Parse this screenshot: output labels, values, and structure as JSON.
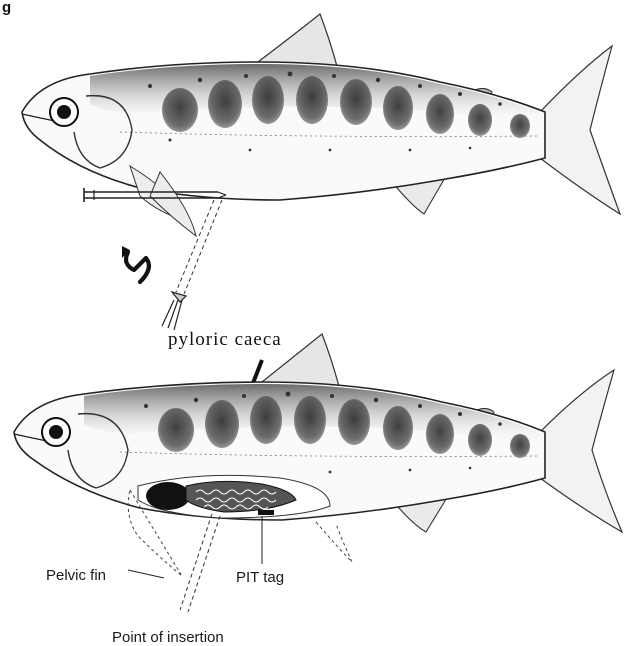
{
  "figure": {
    "caption_fragment": "g",
    "labels": {
      "pyloric_caeca": "pyloric caeca",
      "pelvic_fin": "Pelvic fin",
      "pit_tag": "PIT tag",
      "point_of_insertion": "Point of insertion"
    }
  },
  "colors": {
    "ink": "#1a1a1a",
    "spot": "#3a3a3a",
    "paper": "#ffffff"
  }
}
